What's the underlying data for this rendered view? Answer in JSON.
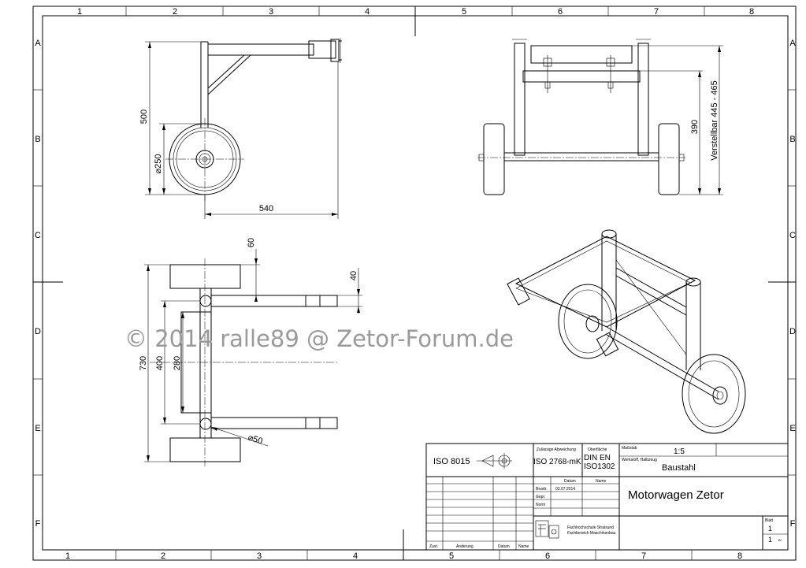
{
  "frame": {
    "columns": [
      "1",
      "2",
      "3",
      "4",
      "5",
      "6",
      "7",
      "8"
    ],
    "rows": [
      "A",
      "B",
      "C",
      "D",
      "E",
      "F"
    ]
  },
  "dimensions": {
    "side_height": "500",
    "wheel_diameter": "⌀250",
    "side_length": "540",
    "front_height": "390",
    "adjustable": "Verstellbar 445 - 465",
    "top_60": "60",
    "top_40": "40",
    "top_730": "730",
    "top_400": "400",
    "top_280": "280",
    "pipe_diameter": "⌀50"
  },
  "watermark": "© 2014 ralle89 @ Zetor-Forum.de",
  "title_block": {
    "iso_general": "ISO 8015",
    "tolerance_label": "Zulässige Abweichung",
    "tolerance_value": "ISO 2768-mK",
    "surface_label": "Oberfläche",
    "surface_value_1": "DIN EN",
    "surface_value_2": "ISO1302",
    "scale_label": "Maßstab",
    "scale_value": "1:5",
    "material_label": "Werkstoff, Halbzeug",
    "material_value": "Baustahl",
    "date_header": "Datum",
    "name_header": "Name",
    "row_bearb": "Bearb.",
    "row_gepr": "Gepr.",
    "row_norm": "Norm",
    "date_bearb": "03.07.2014",
    "title": "Motorwagen Zetor",
    "institution_1": "Fachhochschule Stralsund",
    "institution_2": "Fachbereich Maschinenbau",
    "sheet_label": "Blatt",
    "sheet_value": "1",
    "sheet_total": "1",
    "sheet_unit": "Bl.",
    "rev_zust": "Zust.",
    "rev_change": "Änderung",
    "rev_date": "Datum",
    "rev_name": "Name"
  }
}
